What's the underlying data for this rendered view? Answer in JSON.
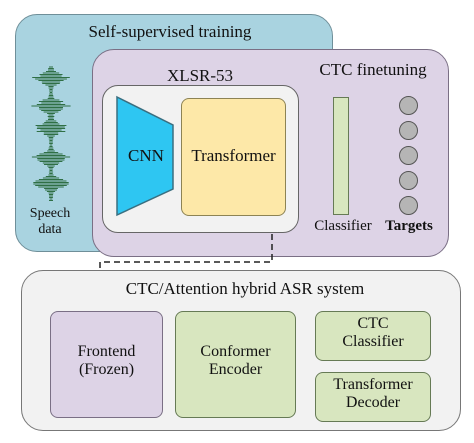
{
  "ssl": {
    "title": "Self-supervised training",
    "speech_label_line1": "Speech",
    "speech_label_line2": "data"
  },
  "ctc": {
    "title": "CTC finetuning",
    "classifier_label": "Classifier",
    "targets_label": "Targets"
  },
  "xlsr": {
    "title": "XLSR-53",
    "cnn_label": "CNN",
    "transformer_label": "Transformer"
  },
  "asr": {
    "title": "CTC/Attention hybrid ASR system",
    "frontend_line1": "Frontend",
    "frontend_line2": "(Frozen)",
    "conformer_line1": "Conformer",
    "conformer_line2": "Encoder",
    "ctc_line1": "CTC",
    "ctc_line2": "Classifier",
    "decoder_line1": "Transformer",
    "decoder_line2": "Decoder"
  },
  "colors": {
    "ssl_bg": "#a9d3e0",
    "ctc_bg": "#ddd3e6",
    "cnn_fill": "#2ec6f2",
    "transformer_fill": "#fde8a8",
    "classifier_fill": "#d8e6bf",
    "waveform": "#2f6f45"
  }
}
